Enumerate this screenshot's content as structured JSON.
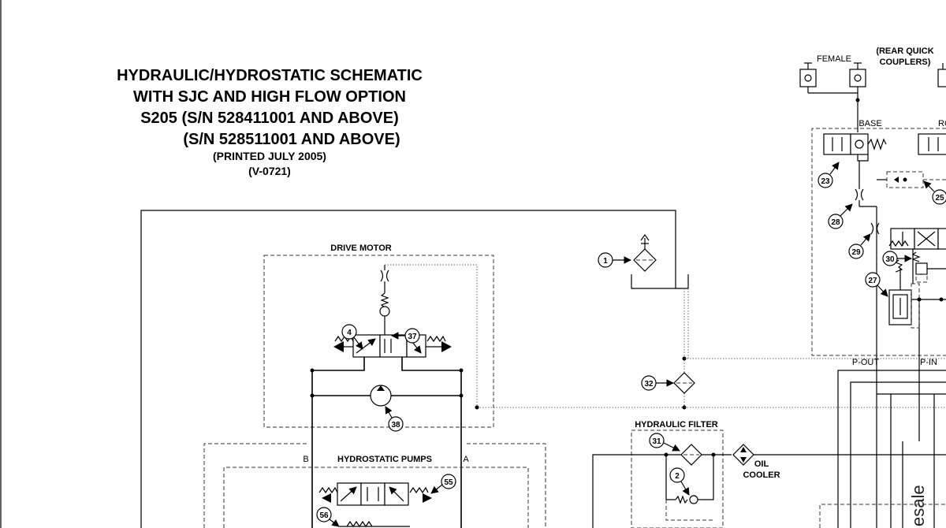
{
  "title": {
    "line1": "HYDRAULIC/HYDROSTATIC SCHEMATIC",
    "line2": "WITH SJC AND HIGH FLOW OPTION",
    "line3": "S205 (S/N 528411001 AND ABOVE)",
    "line4": "(S/N 528511001 AND ABOVE)",
    "printed": "(PRINTED JULY 2005)",
    "version": "(V-0721)"
  },
  "labels": {
    "drive_motor": "DRIVE MOTOR",
    "hydrostatic_pumps": "HYDROSTATIC PUMPS",
    "port_b": "B",
    "port_a": "A",
    "hydraulic_filter": "HYDRAULIC FILTER",
    "oil": "OIL",
    "cooler": "COOLER",
    "female": "FEMALE",
    "rear_quick": "(REAR QUICK",
    "couplers": "COUPLERS)",
    "base": "BASE",
    "rod": "ROD",
    "p_out": "P-OUT",
    "p_in": "P-IN",
    "watermark": "esale"
  },
  "callouts": {
    "c1": "1",
    "c2": "2",
    "c4": "4",
    "c23": "23",
    "c25": "25",
    "c27": "27",
    "c28": "28",
    "c29": "29",
    "c30": "30",
    "c31": "31",
    "c32": "32",
    "c37": "37",
    "c38": "38",
    "c55": "55",
    "c56": "56"
  }
}
